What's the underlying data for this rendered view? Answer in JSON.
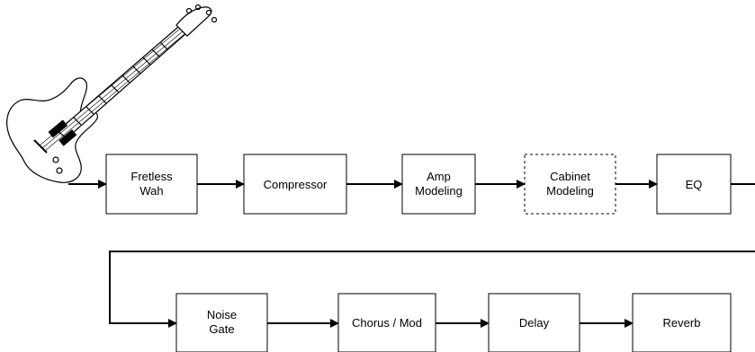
{
  "diagram": {
    "row1": [
      {
        "id": "fretless-wah",
        "lines": [
          "Fretless",
          "Wah"
        ],
        "dashed": false
      },
      {
        "id": "compressor",
        "lines": [
          "Compressor"
        ],
        "dashed": false
      },
      {
        "id": "amp-modeling",
        "lines": [
          "Amp",
          "Modeling"
        ],
        "dashed": false
      },
      {
        "id": "cabinet-modeling",
        "lines": [
          "Cabinet",
          "Modeling"
        ],
        "dashed": true
      },
      {
        "id": "eq",
        "lines": [
          "EQ"
        ],
        "dashed": false
      }
    ],
    "row2": [
      {
        "id": "noise-gate",
        "lines": [
          "Noise",
          "Gate"
        ],
        "dashed": false
      },
      {
        "id": "chorus-mod",
        "lines": [
          "Chorus / Mod"
        ],
        "dashed": false
      },
      {
        "id": "delay",
        "lines": [
          "Delay"
        ],
        "dashed": false
      },
      {
        "id": "reverb",
        "lines": [
          "Reverb"
        ],
        "dashed": false
      }
    ]
  },
  "icons": {
    "instrument": "bass-guitar-icon"
  },
  "colors": {
    "stroke": "#000000",
    "background": "#ffffff"
  }
}
